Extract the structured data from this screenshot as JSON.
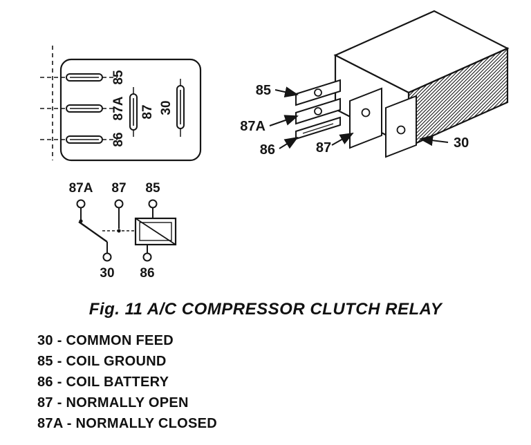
{
  "colors": {
    "ink": "#151515",
    "paper": "#ffffff"
  },
  "caption": "Fig. 11 A/C COMPRESSOR CLUTCH RELAY",
  "pinout": {
    "pin85": "85",
    "pin87a": "87A",
    "pin86": "86",
    "pin87": "87",
    "pin30": "30"
  },
  "relay3d": {
    "pin85": "85",
    "pin87a": "87A",
    "pin86": "86",
    "pin87": "87",
    "pin30": "30"
  },
  "schematic": {
    "pin87a": "87A",
    "pin87": "87",
    "pin85": "85",
    "pin30": "30",
    "pin86": "86"
  },
  "legend": {
    "items": [
      "30 - COMMON FEED",
      "85 - COIL GROUND",
      "86 - COIL BATTERY",
      "87 - NORMALLY OPEN",
      "87A - NORMALLY CLOSED"
    ]
  }
}
